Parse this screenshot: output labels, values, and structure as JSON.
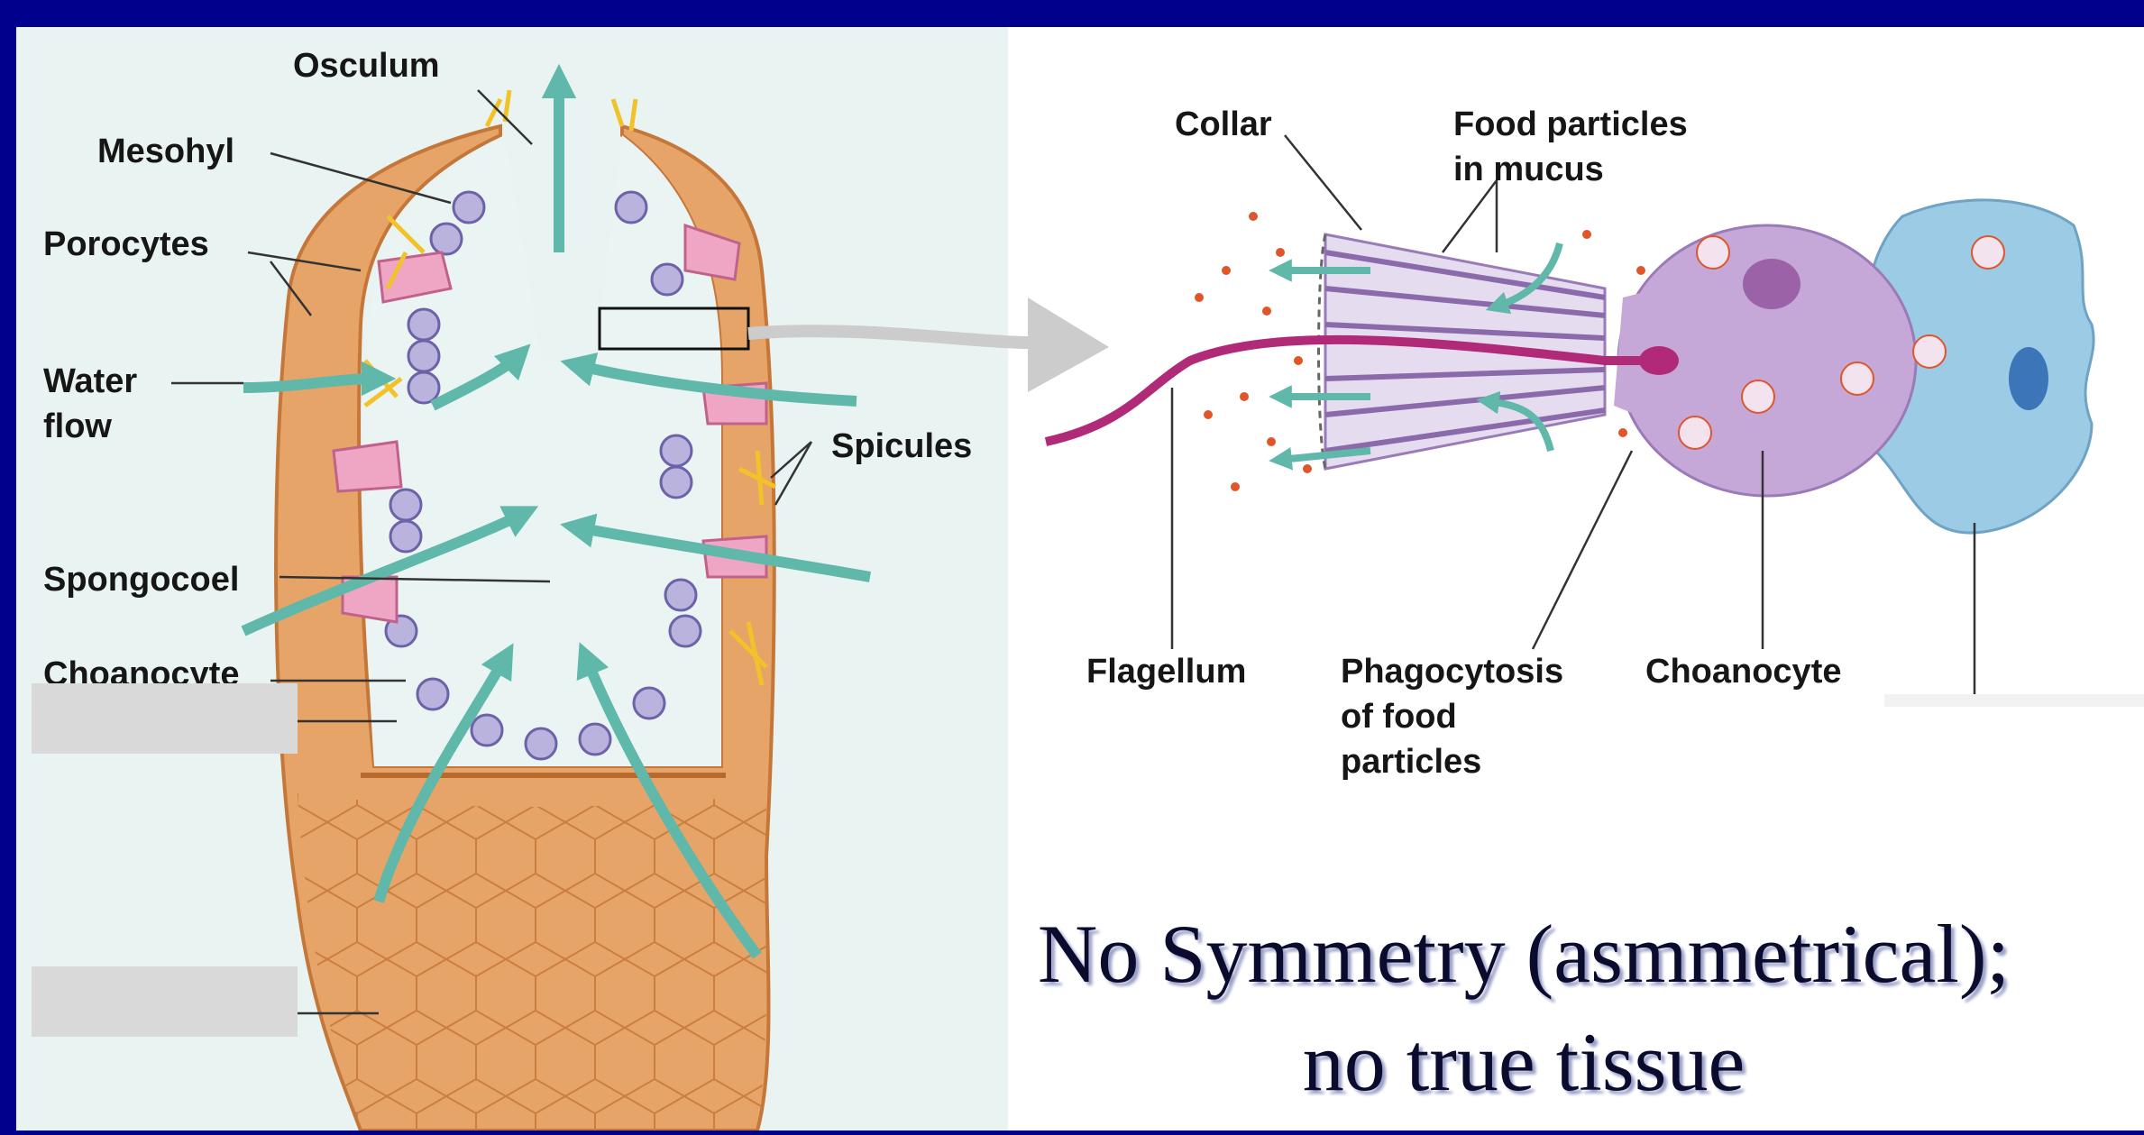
{
  "colors": {
    "frame": "#00008c",
    "left_panel": "#e9f3f1",
    "right_panel": "#ffffff",
    "sponge_body": "#e6a468",
    "water_arrow": "#5fb8aa",
    "choanocyte": "#c6a8d8",
    "amoebocyte": "#9ccbe6",
    "flagellum": "#b02a78",
    "food_particle": "#e0552c"
  },
  "sponge": {
    "labels": {
      "osculum": "Osculum",
      "mesohyl": "Mesohyl",
      "porocytes": "Porocytes",
      "water_flow_line1": "Water",
      "water_flow_line2": "flow",
      "spicules": "Spicules",
      "spongocoel": "Spongocoel",
      "choanocyte": "Choanocyte"
    }
  },
  "cell": {
    "labels": {
      "collar": "Collar",
      "food_particles_line1": "Food particles",
      "food_particles_line2": "in mucus",
      "flagellum": "Flagellum",
      "phagocytosis_line1": "Phagocytosis",
      "phagocytosis_line2": "of food",
      "phagocytosis_line3": "particles",
      "choanocyte": "Choanocyte"
    }
  },
  "caption": {
    "line1": "No Symmetry (asmmetrical);",
    "line2": "no true tissue"
  }
}
